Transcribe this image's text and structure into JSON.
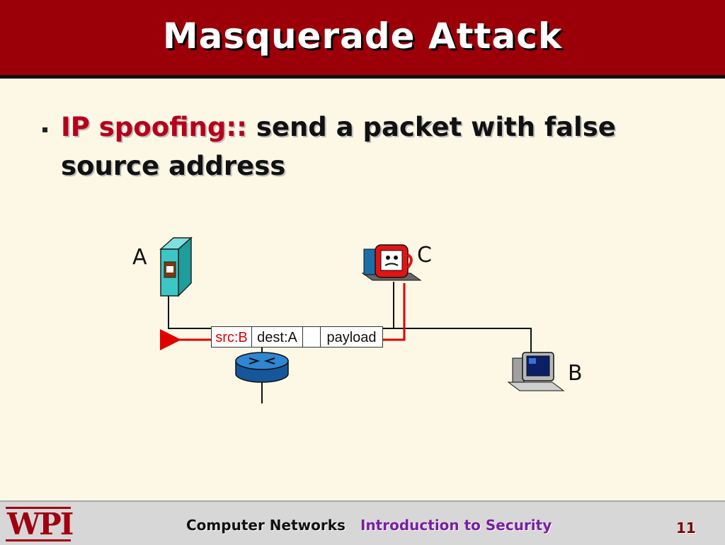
{
  "slide": {
    "title": "Masquerade Attack",
    "bullet": {
      "term": "IP spoofing::",
      "text": " send a packet with false source address"
    }
  },
  "diagram": {
    "node_a_label": "A",
    "node_b_label": "B",
    "node_c_label": "C",
    "packet": {
      "src": "src:B",
      "dest": "dest:A",
      "payload": "payload"
    }
  },
  "footer": {
    "logo": "WPI",
    "course": "Computer Networks",
    "topic": "Introduction to Security",
    "page": "11"
  },
  "colors": {
    "header": "#9b0008",
    "background": "#fdf8e6",
    "accent_red": "#b5001b",
    "footer_bg": "#d7d7d7",
    "topic_purple": "#7a1fa2",
    "page_number": "#7a0000"
  }
}
